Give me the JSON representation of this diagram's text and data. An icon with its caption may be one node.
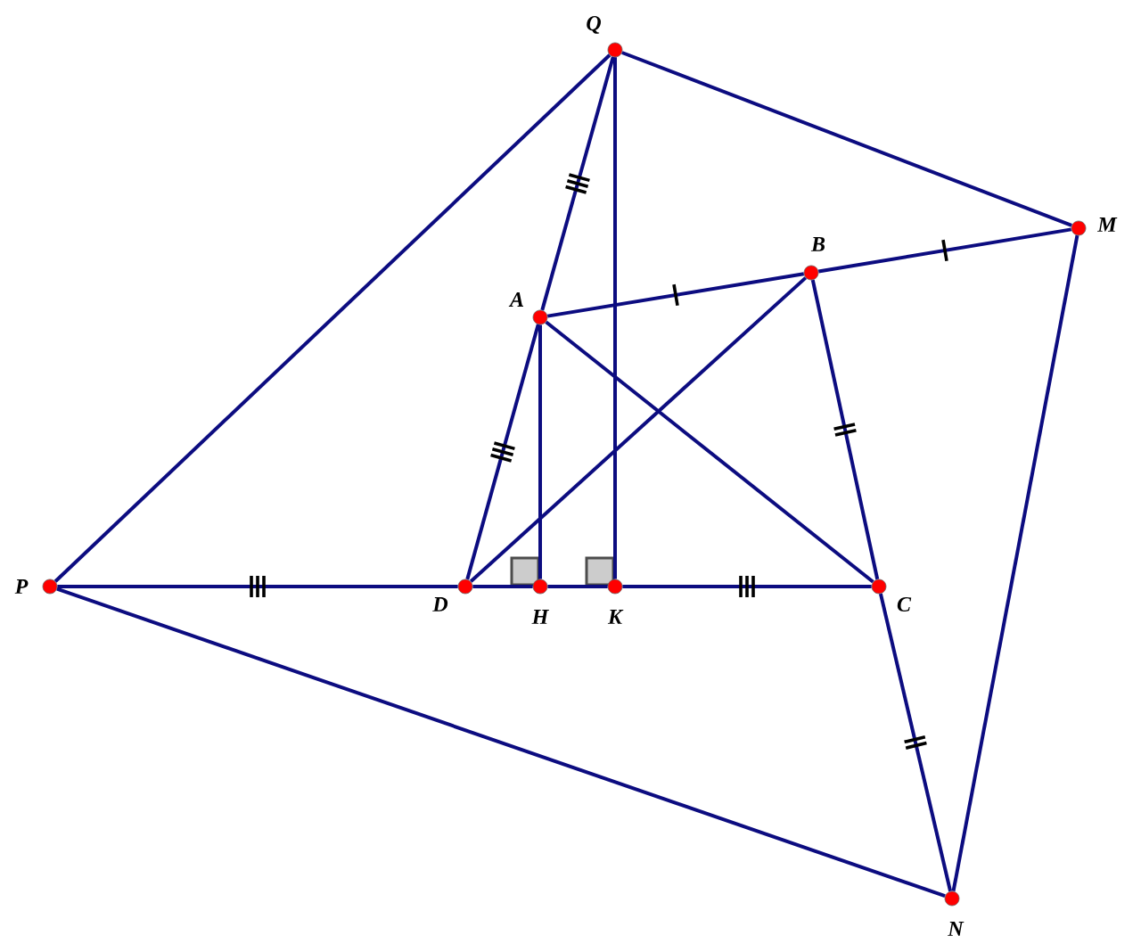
{
  "diagram": {
    "nodes": [
      {
        "text": [],
        "shape": "circle",
        "beside": [
          "Q"
        ]
      },
      {
        "text": [],
        "shape": "circle",
        "beside": [
          "M"
        ]
      },
      {
        "text": [],
        "shape": "circle",
        "beside": [
          "B"
        ]
      },
      {
        "text": [],
        "shape": "circle",
        "beside": [
          "A"
        ]
      },
      {
        "text": [],
        "shape": "circle",
        "beside": [
          "P"
        ]
      },
      {
        "text": [],
        "shape": "circle",
        "beside": [
          "D"
        ]
      },
      {
        "text": [],
        "shape": "circle",
        "beside": [
          "H"
        ]
      },
      {
        "text": [],
        "shape": "circle",
        "beside": [
          "K"
        ]
      },
      {
        "text": [],
        "shape": "circle",
        "beside": [
          "C"
        ]
      },
      {
        "text": [],
        "shape": "circle",
        "beside": [
          "N"
        ]
      }
    ],
    "edges": [
      {
        "from": 0,
        "to": 1,
        "arrow": "none"
      },
      {
        "from": 0,
        "to": 4,
        "arrow": "none"
      },
      {
        "from": 0,
        "to": 3,
        "arrow": "none"
      },
      {
        "from": 3,
        "to": 5,
        "arrow": "none"
      },
      {
        "from": 0,
        "to": 7,
        "arrow": "none"
      },
      {
        "from": 3,
        "to": 2,
        "arrow": "none"
      },
      {
        "from": 2,
        "to": 1,
        "arrow": "none"
      },
      {
        "from": 3,
        "to": 6,
        "arrow": "none"
      },
      {
        "from": 3,
        "to": 8,
        "arrow": "none"
      },
      {
        "from": 2,
        "to": 5,
        "arrow": "none"
      },
      {
        "from": 2,
        "to": 8,
        "arrow": "none"
      },
      {
        "from": 8,
        "to": 9,
        "arrow": "none"
      },
      {
        "from": 4,
        "to": 5,
        "arrow": "none"
      },
      {
        "from": 5,
        "to": 6,
        "arrow": "none"
      },
      {
        "from": 6,
        "to": 7,
        "arrow": "none"
      },
      {
        "from": 7,
        "to": 8,
        "arrow": "none"
      },
      {
        "from": 4,
        "to": 9,
        "arrow": "none"
      },
      {
        "from": 1,
        "to": 9,
        "arrow": "none"
      }
    ]
  }
}
